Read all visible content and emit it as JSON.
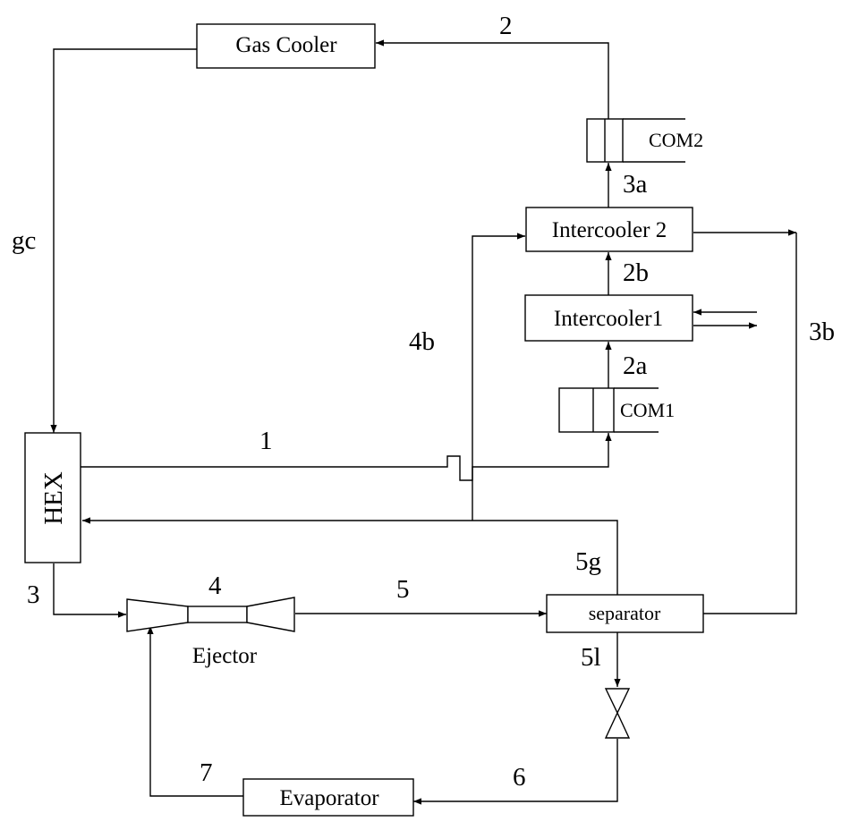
{
  "components": {
    "gas_cooler": "Gas Cooler",
    "com2": "COM2",
    "intercooler2": "Intercooler 2",
    "intercooler1": "Intercooler1",
    "com1": "COM1",
    "hex": "HEX",
    "ejector": "Ejector",
    "separator": "separator",
    "evaporator": "Evaporator"
  },
  "state_points": {
    "p1": "1",
    "p2": "2",
    "p2a": "2a",
    "p2b": "2b",
    "p3": "3",
    "p3a": "3a",
    "p3b": "3b",
    "p4": "4",
    "p4b": "4b",
    "p5": "5",
    "p5g": "5g",
    "p5l": "5l",
    "p6": "6",
    "p7": "7",
    "pgc": "gc"
  }
}
